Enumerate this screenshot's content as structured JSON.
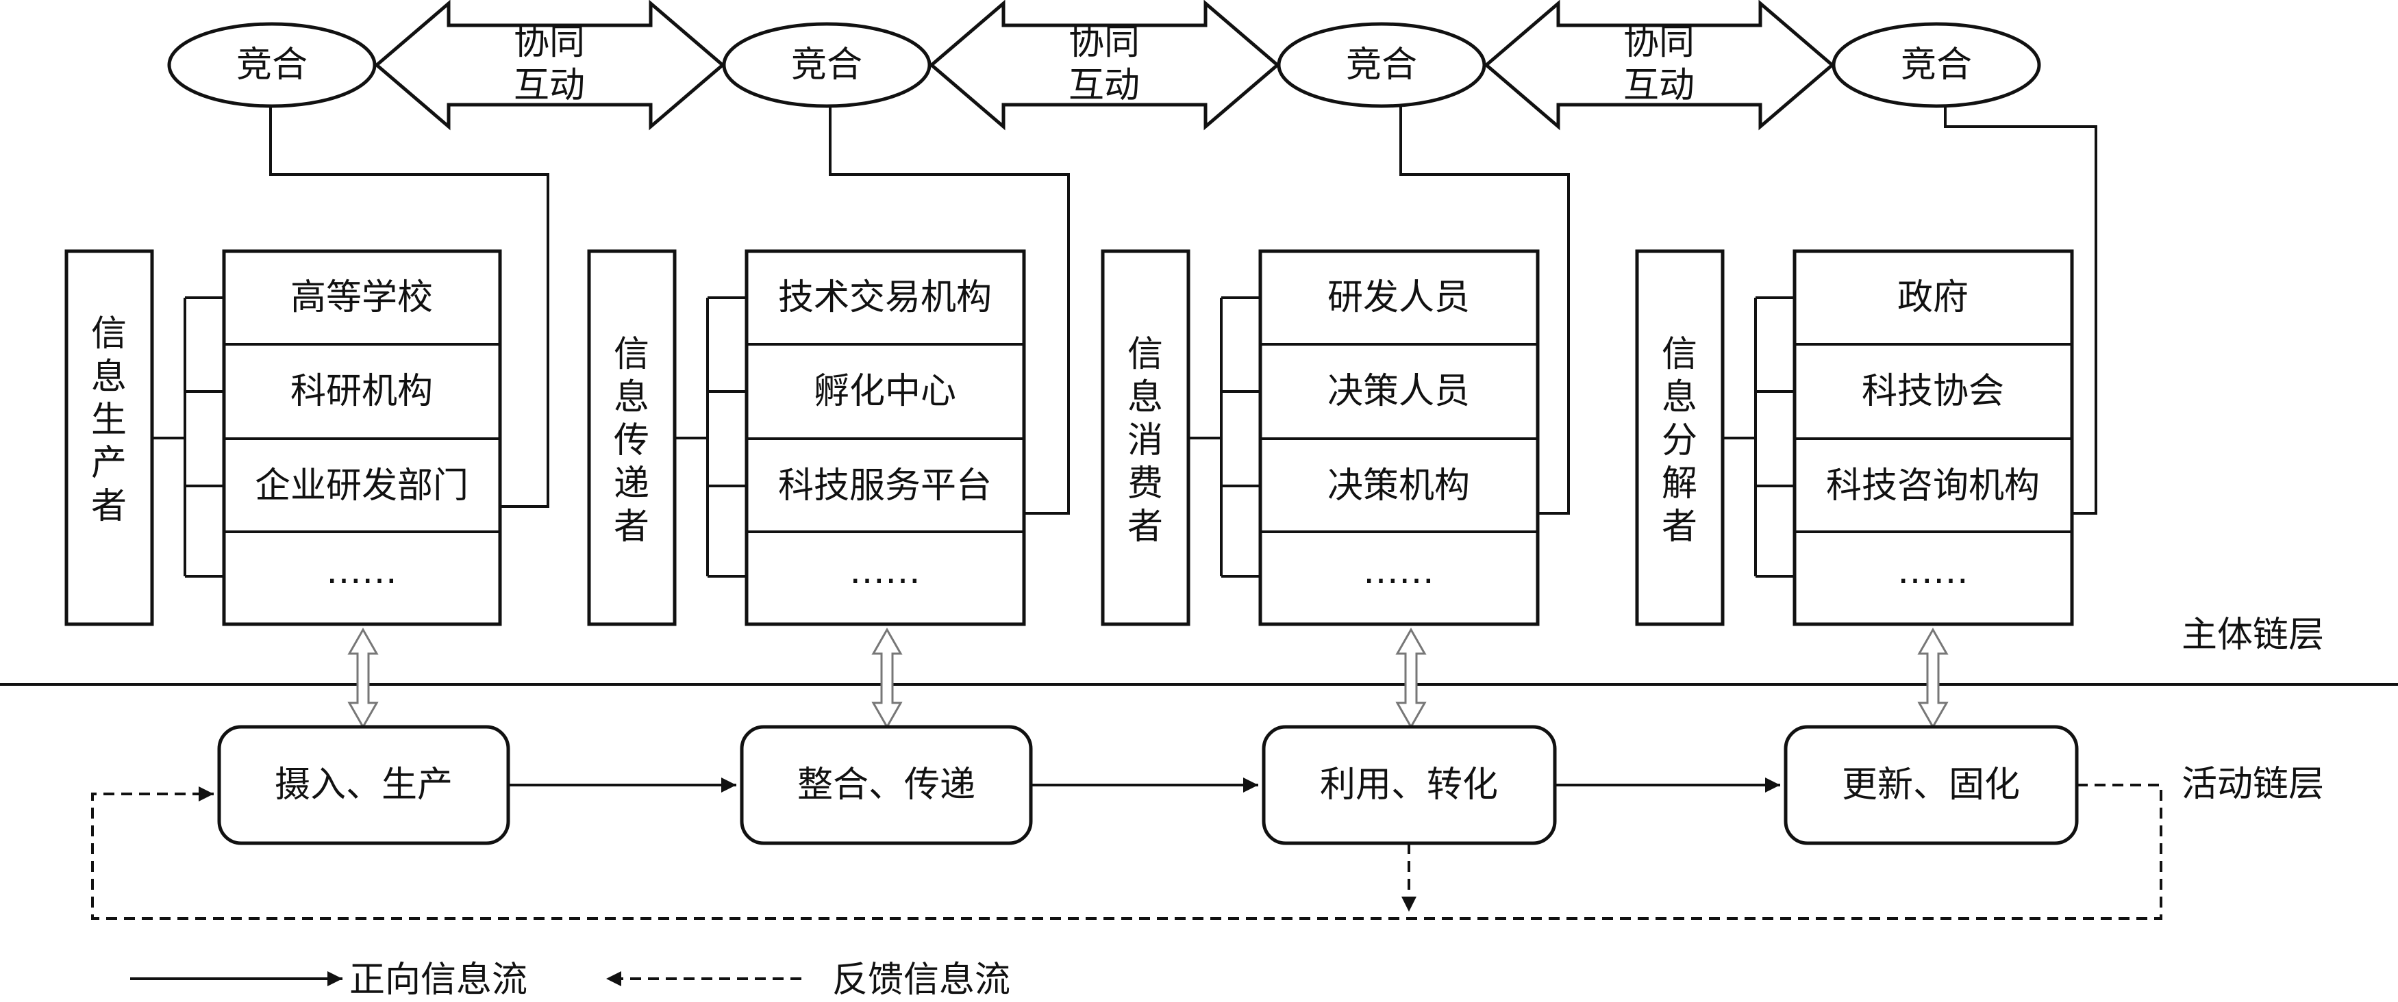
{
  "top_row": {
    "ellipses": [
      "竞合",
      "竞合",
      "竞合",
      "竞合"
    ],
    "arrows": [
      {
        "line1": "协同",
        "line2": "互动"
      },
      {
        "line1": "协同",
        "line2": "互动"
      },
      {
        "line1": "协同",
        "line2": "互动"
      }
    ]
  },
  "groups": [
    {
      "role_chars": [
        "信",
        "息",
        "生",
        "产",
        "者"
      ],
      "items": [
        "高等学校",
        "科研机构",
        "企业研发部门",
        "……"
      ]
    },
    {
      "role_chars": [
        "信",
        "息",
        "传",
        "递",
        "者"
      ],
      "items": [
        "技术交易机构",
        "孵化中心",
        "科技服务平台",
        "……"
      ]
    },
    {
      "role_chars": [
        "信",
        "息",
        "消",
        "费",
        "者"
      ],
      "items": [
        "研发人员",
        "决策人员",
        "决策机构",
        "……"
      ]
    },
    {
      "role_chars": [
        "信",
        "息",
        "分",
        "解",
        "者"
      ],
      "items": [
        "政府",
        "科技协会",
        "科技咨询机构",
        "……"
      ]
    }
  ],
  "layers": {
    "subject": "主体链层",
    "activity": "活动链层"
  },
  "activities": [
    "摄入、生产",
    "整合、传递",
    "利用、转化",
    "更新、固化"
  ],
  "legend": {
    "forward": "正向信息流",
    "feedback": "反馈信息流"
  }
}
